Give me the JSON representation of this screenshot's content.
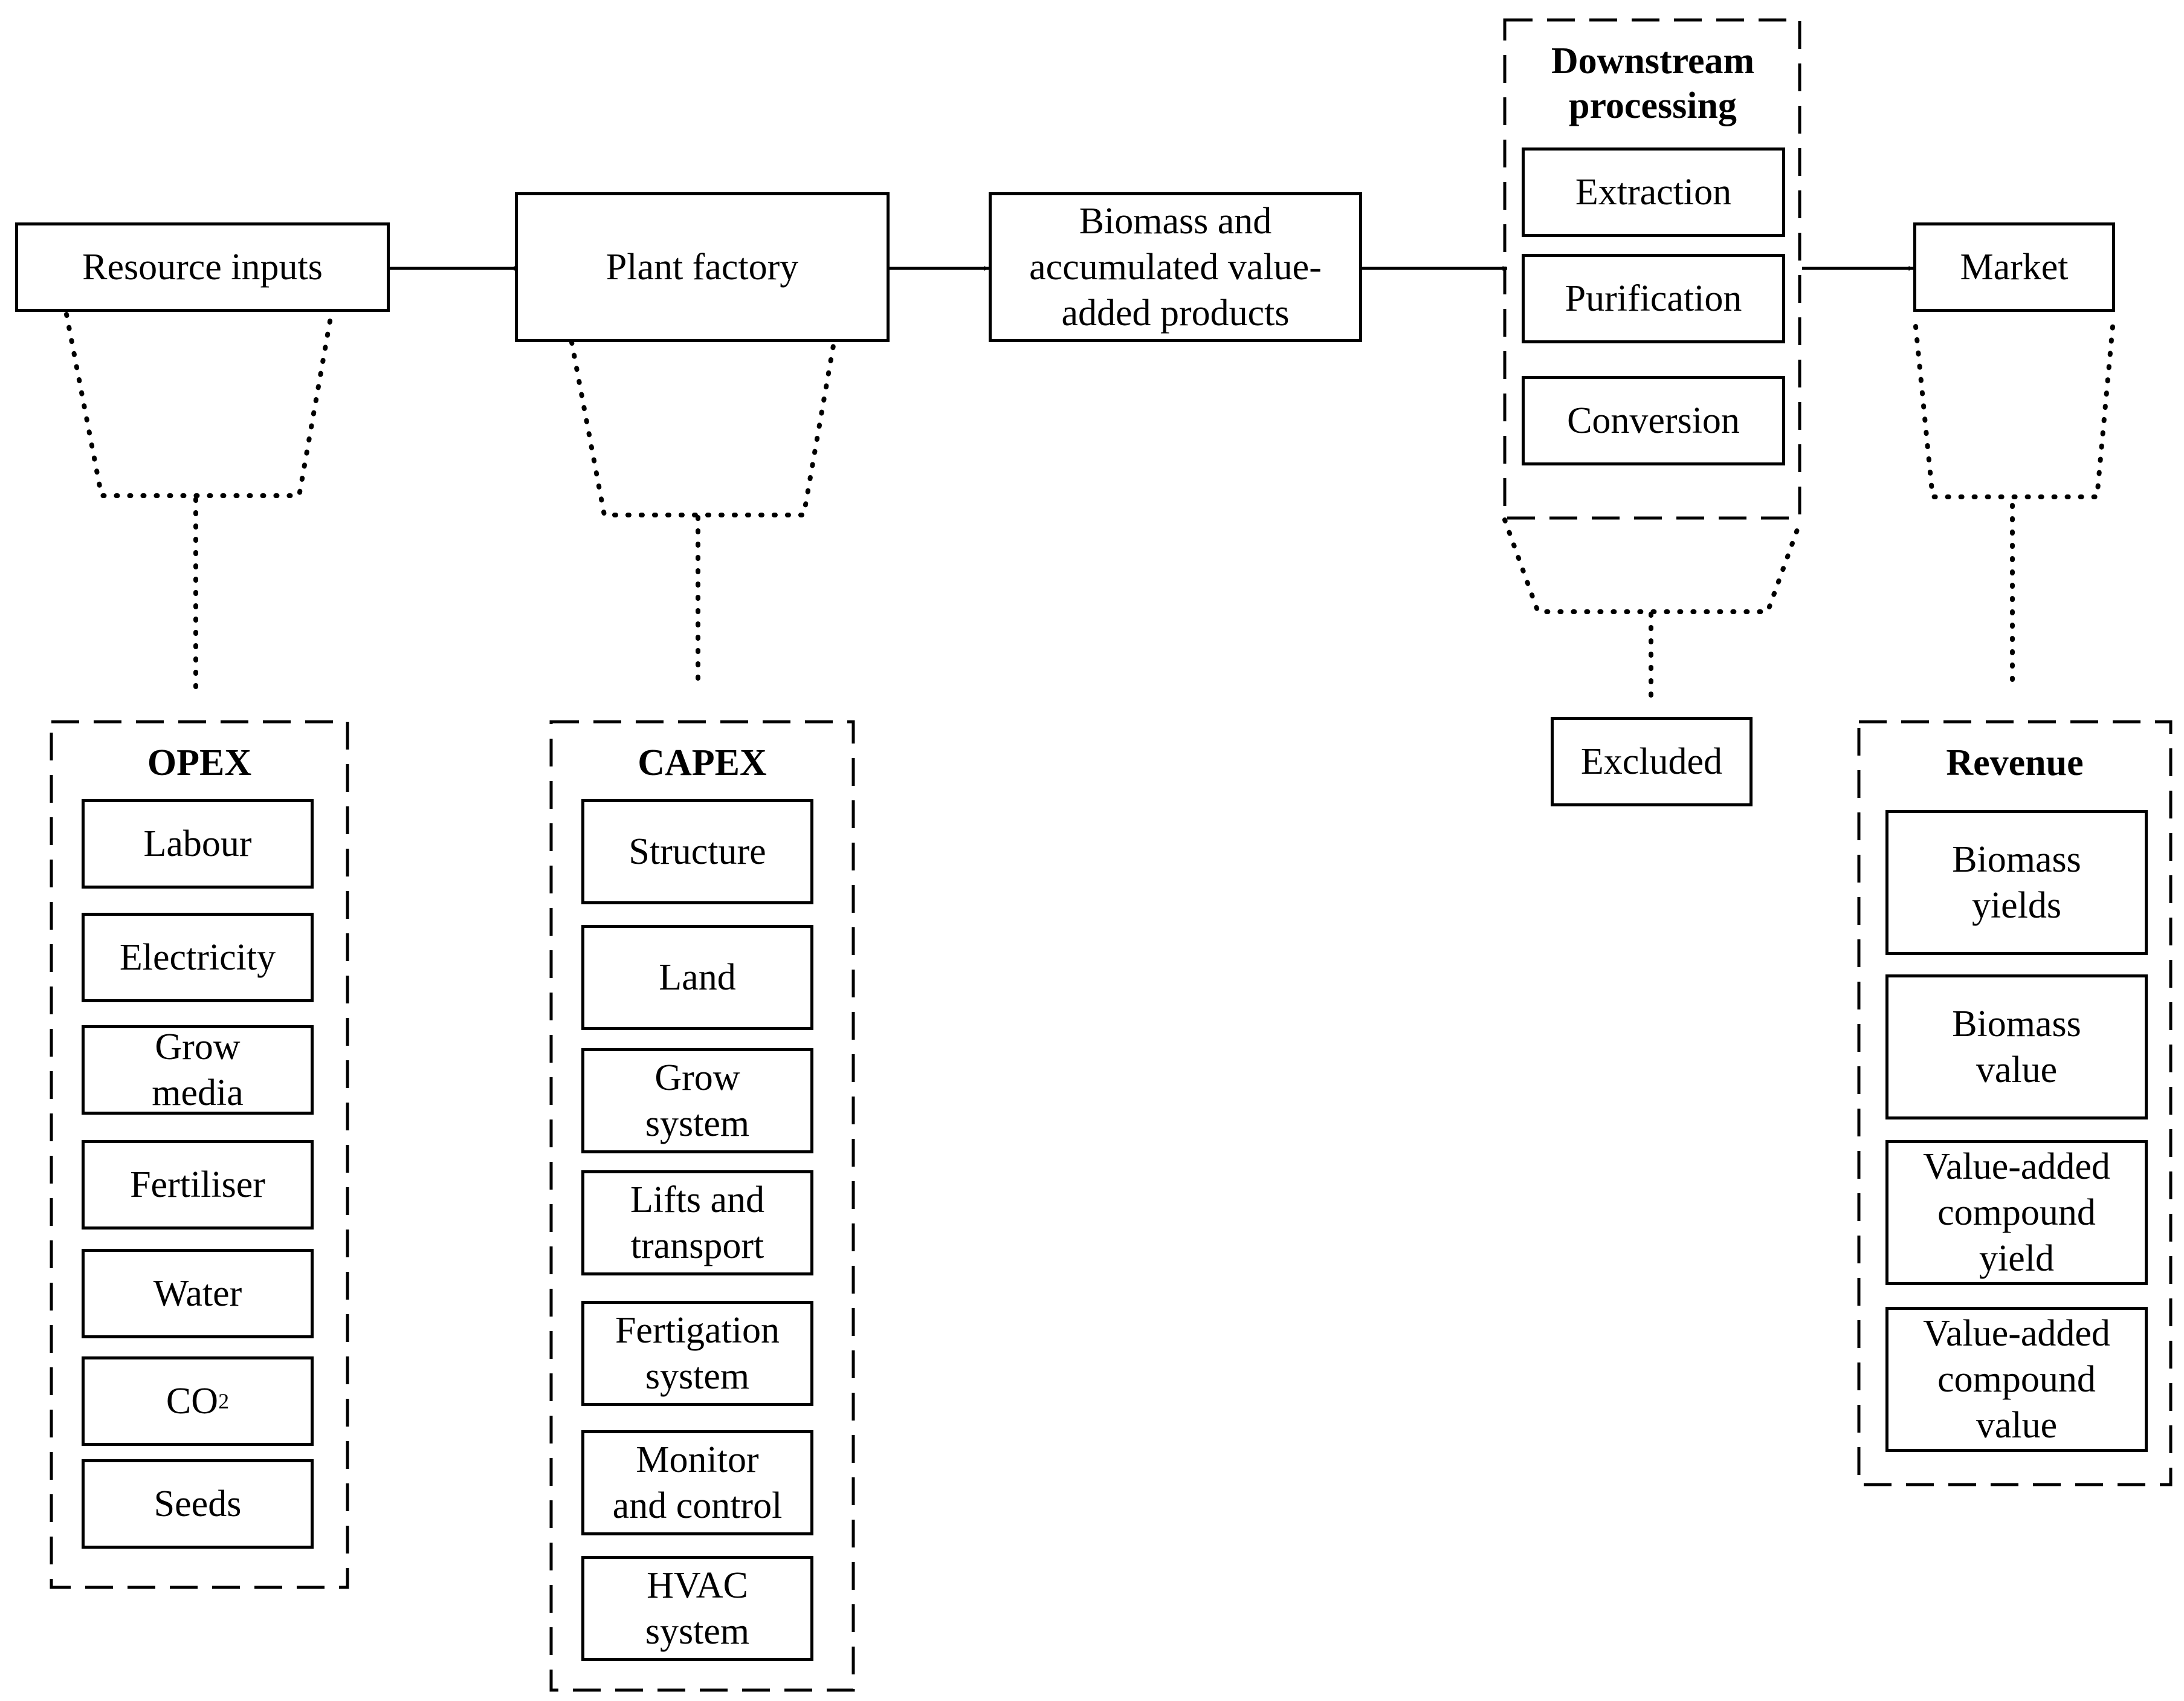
{
  "flow": {
    "resource_inputs": "Resource inputs",
    "plant_factory": "Plant factory",
    "biomass_products": "Biomass and\naccumulated value-\nadded products",
    "market": "Market"
  },
  "downstream": {
    "title": "Downstream\nprocessing",
    "steps": [
      "Extraction",
      "Purification",
      "Conversion"
    ],
    "excluded": "Excluded"
  },
  "opex": {
    "title": "OPEX",
    "items": [
      "Labour",
      "Electricity",
      "Grow\nmedia",
      "Fertiliser",
      "Water",
      "CO",
      "Seeds"
    ],
    "co2_subscript": "2"
  },
  "capex": {
    "title": "CAPEX",
    "items": [
      "Structure",
      "Land",
      "Grow\nsystem",
      "Lifts and\ntransport",
      "Fertigation\nsystem",
      "Monitor\nand control",
      "HVAC\nsystem"
    ]
  },
  "revenue": {
    "title": "Revenue",
    "items": [
      "Biomass\nyields",
      "Biomass\nvalue",
      "Value-added\ncompound\nyield",
      "Value-added\ncompound\nvalue"
    ]
  }
}
